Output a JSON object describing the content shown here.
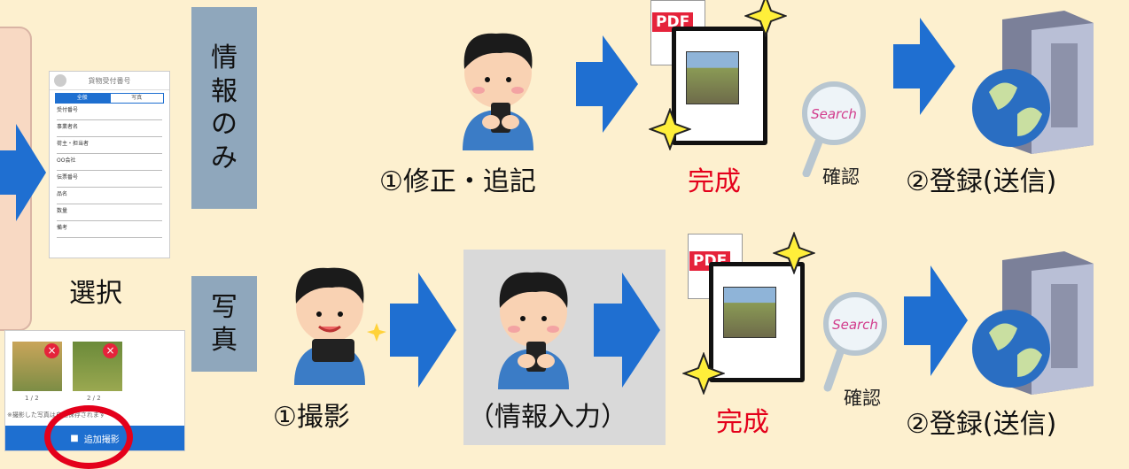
{
  "colors": {
    "background": "#fdf0cf",
    "accent_blue": "#1f6fd1",
    "label_box": "#8fa7bc",
    "red": "#e4001b"
  },
  "form_screen": {
    "title": "貨物受付番号",
    "tabs": [
      "全般",
      "写真"
    ],
    "fields": [
      "受付番号",
      "事業者名",
      "荷主・担当者",
      "OO会社",
      "伝票番号",
      "品名",
      "数量",
      "備考"
    ]
  },
  "select_label": "選択",
  "row_info": {
    "vertical_label": [
      "情",
      "報",
      "の",
      "み"
    ],
    "edit_label": "①修正・追記",
    "complete_label": "完成",
    "pdf_tag": "PDF",
    "search_text": "Search",
    "confirm_label": "確認",
    "register_label": "②登録(送信)"
  },
  "row_photo": {
    "vertical_label": [
      "写",
      "真"
    ],
    "shoot_label": "①撮影",
    "info_input_label": "（情報入力）",
    "complete_label": "完成",
    "pdf_tag": "PDF",
    "search_text": "Search",
    "confirm_label": "確認",
    "register_label": "②登録(送信)"
  },
  "photo_panel": {
    "counters": [
      "1 / 2",
      "2 / 2"
    ],
    "note": "※撮影した写真は自動保存されます",
    "add_button_label": "追加撮影"
  }
}
